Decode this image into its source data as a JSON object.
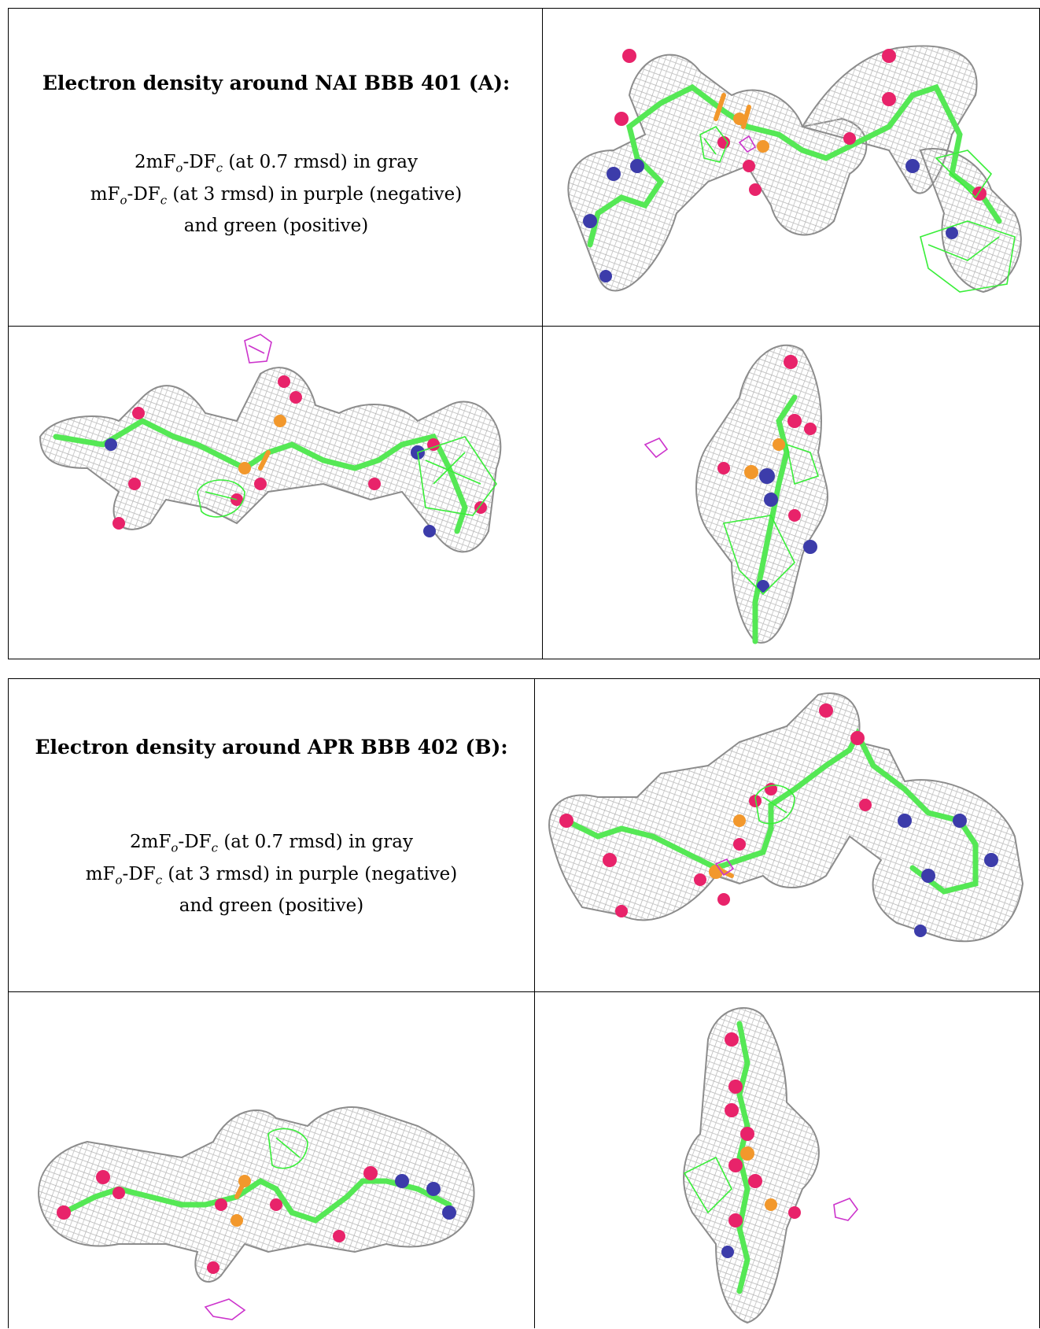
{
  "panels": [
    {
      "title": "Electron density around NAI BBB 401 (A):",
      "legend_line1_base": "2mF",
      "legend_line1_sub1": "o",
      "legend_line1_mid": "-DF",
      "legend_line1_sub2": "c",
      "legend_line1_rest": " (at 0.7 rmsd) in gray",
      "legend_line2_base": "mF",
      "legend_line2_sub1": "o",
      "legend_line2_mid": "-DF",
      "legend_line2_sub2": "c",
      "legend_line2_rest": " (at 3 rmsd) in purple (negative)",
      "legend_line3": "and green (positive)"
    },
    {
      "title": "Electron density around APR BBB 402 (B):",
      "legend_line1_base": "2mF",
      "legend_line1_sub1": "o",
      "legend_line1_mid": "-DF",
      "legend_line1_sub2": "c",
      "legend_line1_rest": " (at 0.7 rmsd) in gray",
      "legend_line2_base": "mF",
      "legend_line2_sub1": "o",
      "legend_line2_mid": "-DF",
      "legend_line2_sub2": "c",
      "legend_line2_rest": " (at 3 rmsd) in purple (negative)",
      "legend_line3": "and green (positive)"
    }
  ],
  "colors": {
    "mesh": "#9a9a9a",
    "carbon": "#55e855",
    "oxygen": "#e8236a",
    "nitrogen": "#3c3caa",
    "phosphorus": "#f2982c",
    "positive_density": "#39ee39",
    "negative_density": "#cc33cc"
  }
}
